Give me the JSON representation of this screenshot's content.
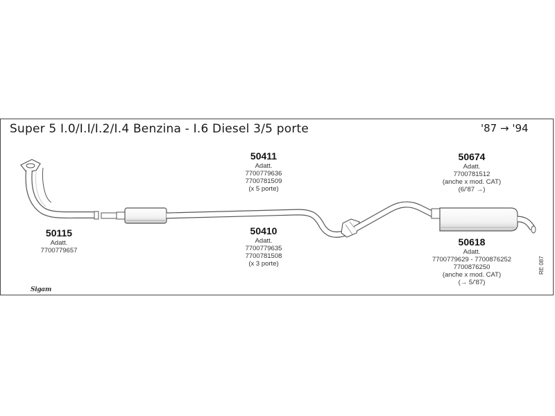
{
  "title": "Super 5 I.0/I.I/I.2/I.4 Benzina - I.6 Diesel 3/5 porte",
  "years": "'87 → '94",
  "parts": {
    "p50115": {
      "code": "50115",
      "lines": [
        "Adatt.",
        "7700779657"
      ]
    },
    "p50411": {
      "code": "50411",
      "lines": [
        "Adatt.",
        "7700779636",
        "7700781509",
        "(x 5 porte)"
      ]
    },
    "p50410": {
      "code": "50410",
      "lines": [
        "Adatt.",
        "7700779635",
        "7700781508",
        "(x 3 porte)"
      ]
    },
    "p50674": {
      "code": "50674",
      "lines": [
        "Adatt.",
        "7700781512",
        "(anche x mod. CAT)",
        "(6/'87 →)"
      ]
    },
    "p50618": {
      "code": "50618",
      "lines": [
        "Adatt.",
        "7700779629 - 7700876252",
        "7700876250",
        "(anche x mod. CAT)",
        "(→ 5/'87)"
      ]
    }
  },
  "reference": "RE 087",
  "logo": "Sigam",
  "colors": {
    "stroke": "#555555",
    "fill": "#ffffff",
    "shade": "#d9d9d9",
    "frame": "#444444"
  }
}
